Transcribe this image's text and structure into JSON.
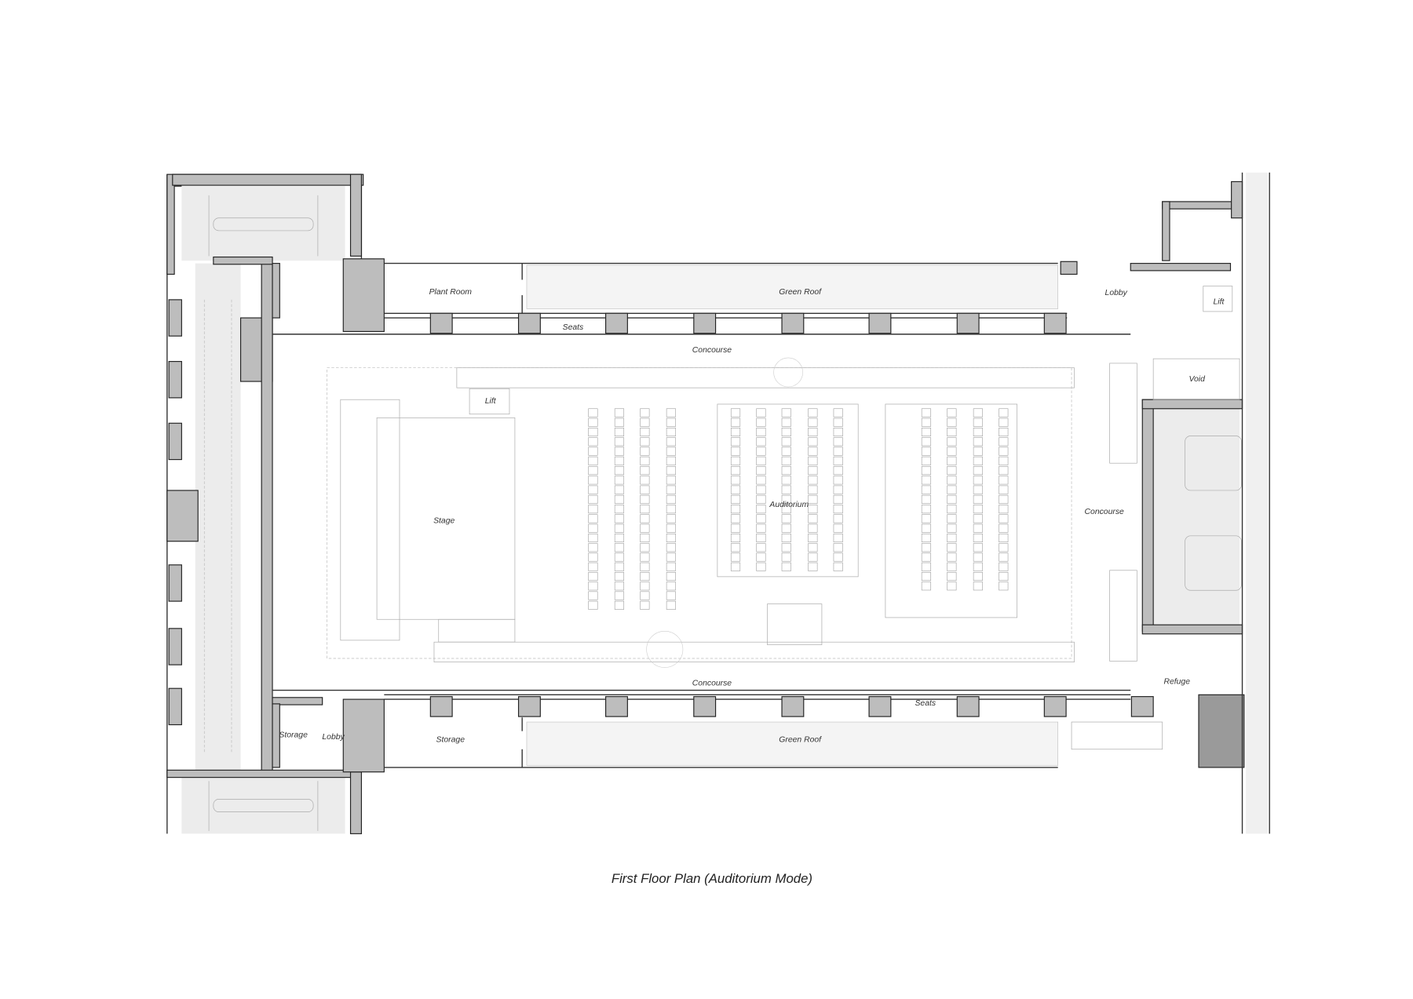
{
  "title": "First Floor Plan (Auditorium Mode)",
  "rooms": {
    "plant_room": "Plant Room",
    "green_roof_north": "Green Roof",
    "lobby_ne": "Lobby",
    "lift_ne": "Lift",
    "seats_north": "Seats",
    "concourse_north": "Concourse",
    "lift_stage": "Lift",
    "void": "Void",
    "auditorium": "Auditorium",
    "stage": "Stage",
    "concourse_east": "Concourse",
    "concourse_south": "Concourse",
    "refuge": "Refuge",
    "seats_south": "Seats",
    "storage_sw": "Storage",
    "lobby_sw": "Lobby",
    "storage_south": "Storage",
    "green_roof_south": "Green Roof"
  },
  "colors": {
    "wall_fill": "#bdbdbd",
    "line": "#222222",
    "zone": "#ececec"
  }
}
